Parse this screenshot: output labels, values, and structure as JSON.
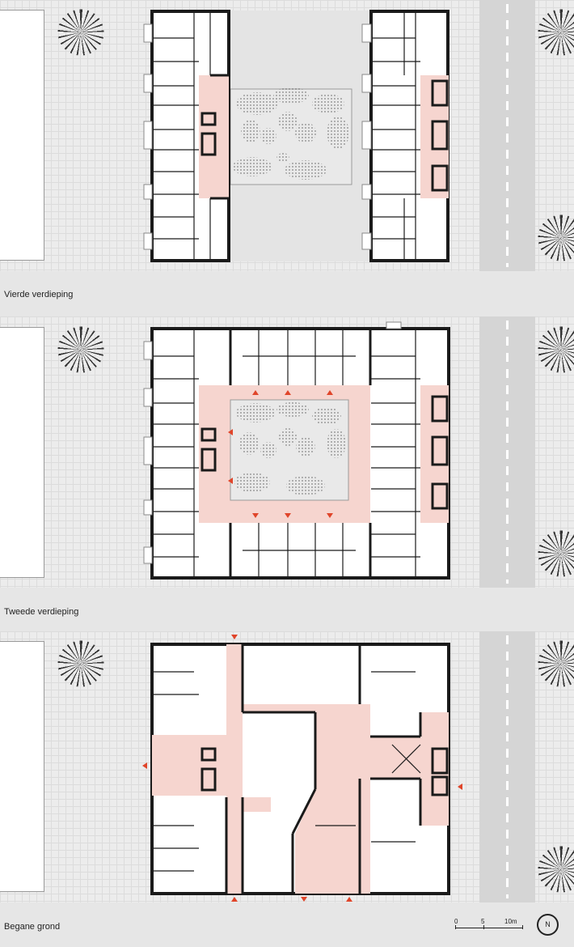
{
  "labels": {
    "fourth_floor": "Vierde verdieping",
    "second_floor": "Tweede verdieping",
    "ground_floor": "Begane grond"
  },
  "scale_bar": {
    "ticks": [
      "0",
      "5",
      "10m"
    ]
  },
  "north_arrow": {
    "letter": "N"
  },
  "colors": {
    "background": "#ececec",
    "circulation": "#f6d5cf",
    "entrance_marker": "#e0452a",
    "walls": "#1a1a1a",
    "road": "#d5d5d5"
  }
}
